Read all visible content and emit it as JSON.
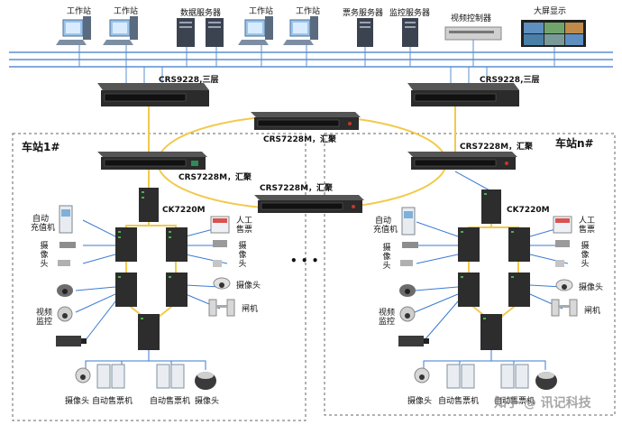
{
  "top_devices": {
    "ws1": "工作站",
    "ws2": "工作站",
    "data_servers": "数据服务器",
    "ws3": "工作站",
    "ws4": "工作站",
    "business_servers": "票务服务器",
    "monitor_servers": "监控服务器",
    "video_controller": "视频控制器",
    "big_screen": "大屏显示"
  },
  "core_switches": {
    "left": "CRS9228,三层",
    "right": "CRS9228,三层"
  },
  "ring_switches": {
    "top": "CRS7228M，汇聚",
    "left": "CRS7228M，汇聚",
    "right": "CRS7228M，汇聚",
    "bottom": "CRS7228M，汇聚"
  },
  "stations": {
    "left": {
      "title": "车站1#",
      "access_switch": "CK7220M",
      "auto_recharge": "自动\n充值机",
      "camera1": "摄\n像\n头",
      "video_monitor": "视频\n监控",
      "manual_ticket": "人工\n售票",
      "camera2": "摄\n像\n头",
      "camera3": "摄像头",
      "gate": "闸机",
      "bottom_camera1": "摄像头",
      "bottom_tvm1": "自动售票机",
      "bottom_tvm2": "自动售票机",
      "bottom_camera2": "摄像头"
    },
    "right": {
      "title": "车站n#",
      "access_switch": "CK7220M",
      "auto_recharge": "自动\n充值机",
      "camera1": "摄\n像\n头",
      "video_monitor": "视频\n监控",
      "manual_ticket": "人工\n售票",
      "camera2": "摄\n像\n头",
      "camera3": "摄像头",
      "gate": "闸机",
      "bottom_camera1": "摄像头",
      "bottom_tvm1": "自动售票机",
      "bottom_tvm2": "自动售票机"
    }
  },
  "ellipsis": "• • •",
  "watermark": "知乎 @ 讯记科技",
  "colors": {
    "bus_line": "#4f81bd",
    "ring": "#f2c94c",
    "link_blue": "#3a7bd5",
    "switch_body": "#2b2b2b",
    "station_border": "#555555"
  }
}
